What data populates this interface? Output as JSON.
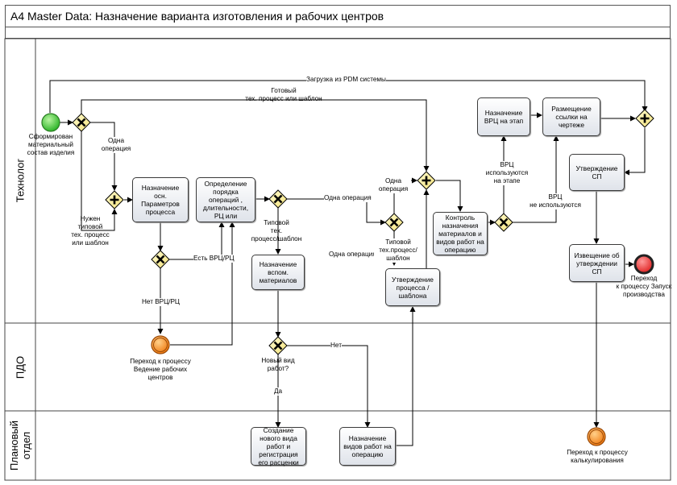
{
  "title": "A4  Master Data: Назначение варианта изготовления и рабочих центров",
  "lanes": {
    "technolog": "Технолог",
    "pdo": "ПДО",
    "plan": "Плановый\nотдел"
  },
  "events": {
    "start": "Сформирован\nматериальный\nсостав изделия",
    "end_launch": "Переход\nк процессу Запуск\nпроизводства",
    "pdo_workcenters": "Переход к процессу\nВедение рабочих\nцентров",
    "costing": "Переход к процессу\nкалькулирования"
  },
  "tasks": {
    "main_params": "Назначение осн.\nПараметров\nпроцесса",
    "operation_order": "Определение\nпорядка\nопераций ,\nдлительности,\nРЦ или",
    "aux_materials": "Назначение\nвспом.\nматериалов",
    "approve_process": "Утверждение\nпроцесса /\nшаблона",
    "control_assign": "Контроль\nназначения\nматериалов и\nвидов работ на\nоперацию",
    "assign_wc_stage": "Назначение ВРЦ\nна этап",
    "place_link": "Размещение\nссылки на\nчертеже",
    "approve_sp": "Утверждение СП",
    "notify_sp": "Извещение об\nутверждении СП",
    "create_work_type": "Создание нового\nвида работ и\nрегистрация его\nрасценки",
    "assign_work_types": "Назначение\nвидов работ на\nоперацию"
  },
  "flow_labels": {
    "pdm_load": "Загрузка из PDM системы",
    "ready_process": "Готовый\nтех. процесс или шаблон",
    "one_operation_a": "Одна\nоперация",
    "typical_needed": "Нужен\nтиповой\nтех. процесс\nили шаблон",
    "has_wc": "Есть ВРЦ/РЦ",
    "no_wc": "Нет ВРЦ/РЦ",
    "one_operation_b": "Одна операция",
    "typical_b": "Типовой\nтех.\nпроцесс/шаблон",
    "one_operation_c": "Одна\nоперация",
    "one_operation_d": "Одна операция",
    "typical_c": "Типовой\nтех.процесс/\nшаблон",
    "wc_used": "ВРЦ\nиспользуются\nна этапе",
    "wc_not_used": "ВРЦ\nне используются",
    "new_work_type": "Новый вид\nработ?",
    "no": "Нет",
    "yes": "Да"
  }
}
